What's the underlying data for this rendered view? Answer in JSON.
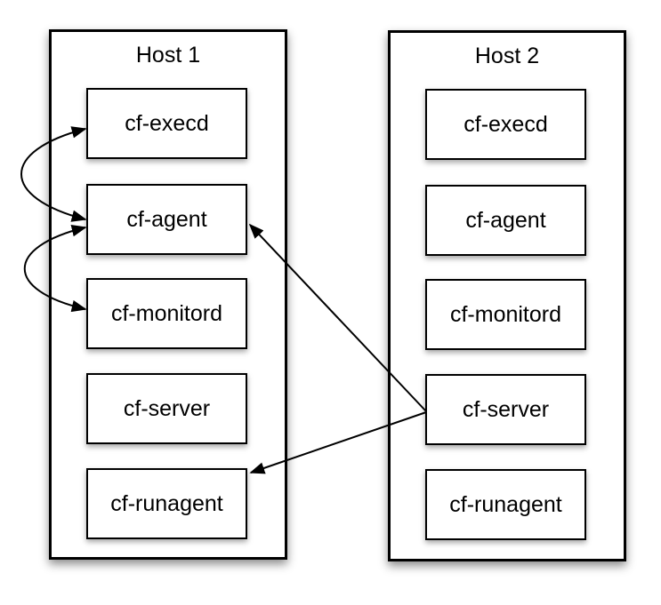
{
  "diagram": {
    "colors": {
      "background": "#ffffff",
      "box_fill": "#ffffff",
      "line": "#000000",
      "text": "#000000"
    },
    "hosts": [
      {
        "title": "Host 1",
        "components": [
          "cf-execd",
          "cf-agent",
          "cf-monitord",
          "cf-server",
          "cf-runagent"
        ]
      },
      {
        "title": "Host 2",
        "components": [
          "cf-execd",
          "cf-agent",
          "cf-monitord",
          "cf-server",
          "cf-runagent"
        ]
      }
    ],
    "connections": [
      {
        "from": "Host 1 / cf-execd",
        "to": "Host 1 / cf-agent",
        "direction": "bidirectional",
        "style": "curved"
      },
      {
        "from": "Host 1 / cf-agent",
        "to": "Host 1 / cf-monitord",
        "direction": "bidirectional",
        "style": "curved"
      },
      {
        "from": "Host 2 / cf-server",
        "to": "Host 1 / cf-agent",
        "direction": "one-way",
        "style": "straight"
      },
      {
        "from": "Host 2 / cf-server",
        "to": "Host 1 / cf-runagent",
        "direction": "one-way",
        "style": "straight"
      }
    ]
  }
}
